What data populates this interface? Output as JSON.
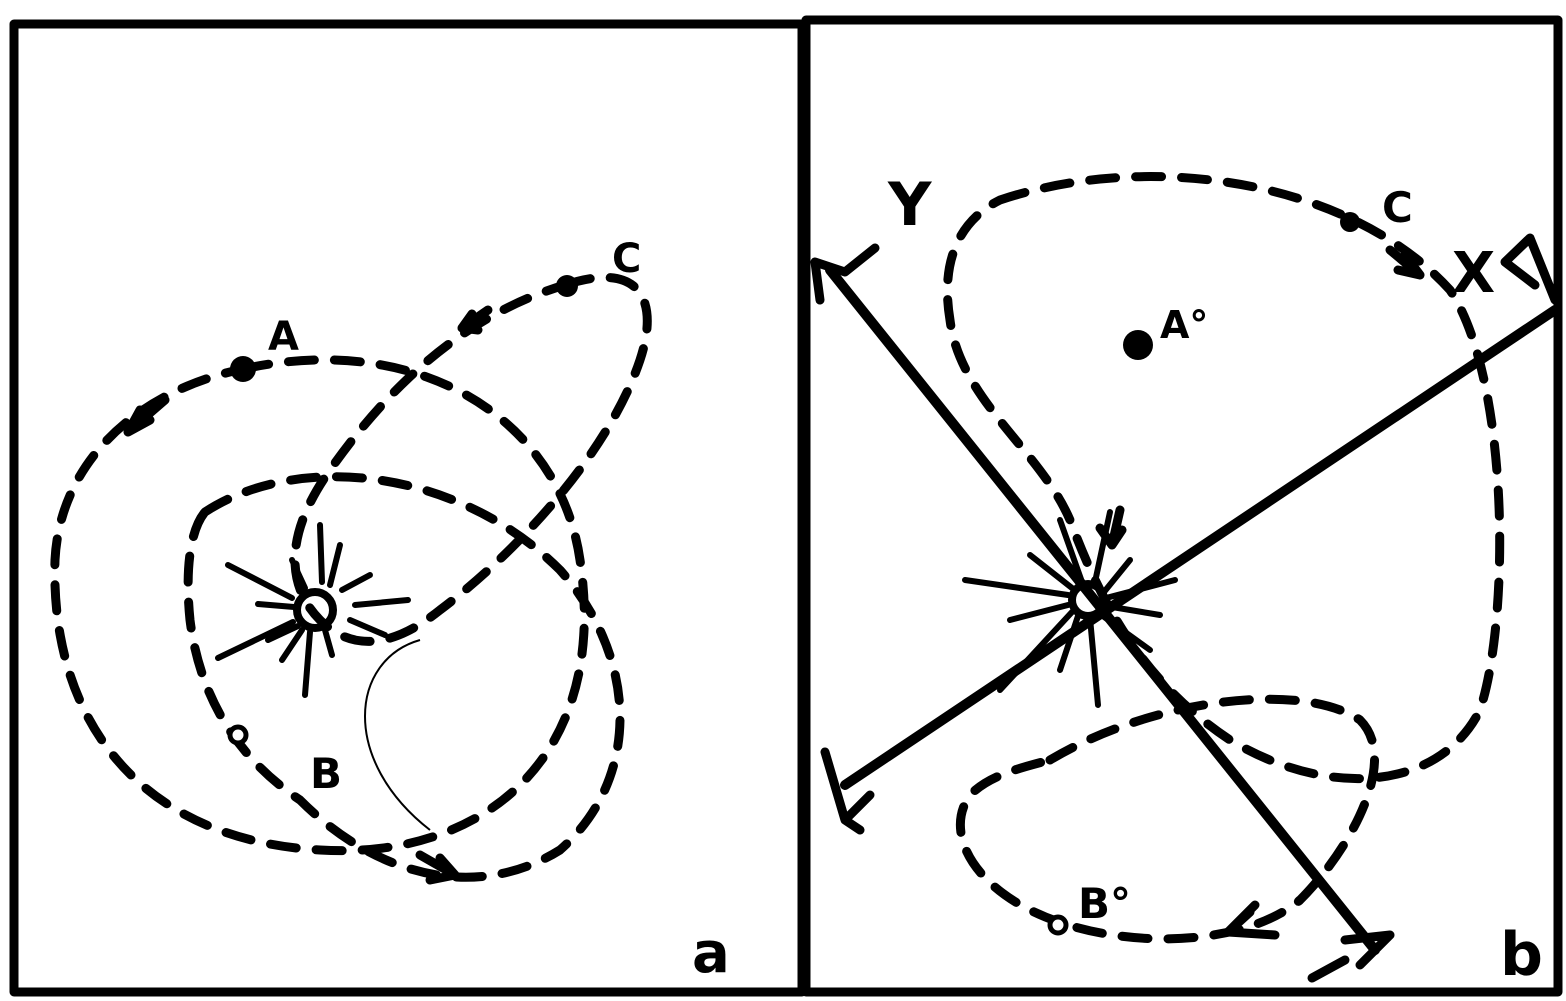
{
  "panels": [
    {
      "id": "a",
      "corner_label": "a",
      "points": [
        {
          "label": "A"
        },
        {
          "label": "B"
        },
        {
          "label": "C"
        }
      ]
    },
    {
      "id": "b",
      "corner_label": "b",
      "points": [
        {
          "label": "A°"
        },
        {
          "label": "B°"
        },
        {
          "label": "C"
        }
      ],
      "axes": [
        {
          "label": "X"
        },
        {
          "label": "Y"
        }
      ]
    }
  ]
}
